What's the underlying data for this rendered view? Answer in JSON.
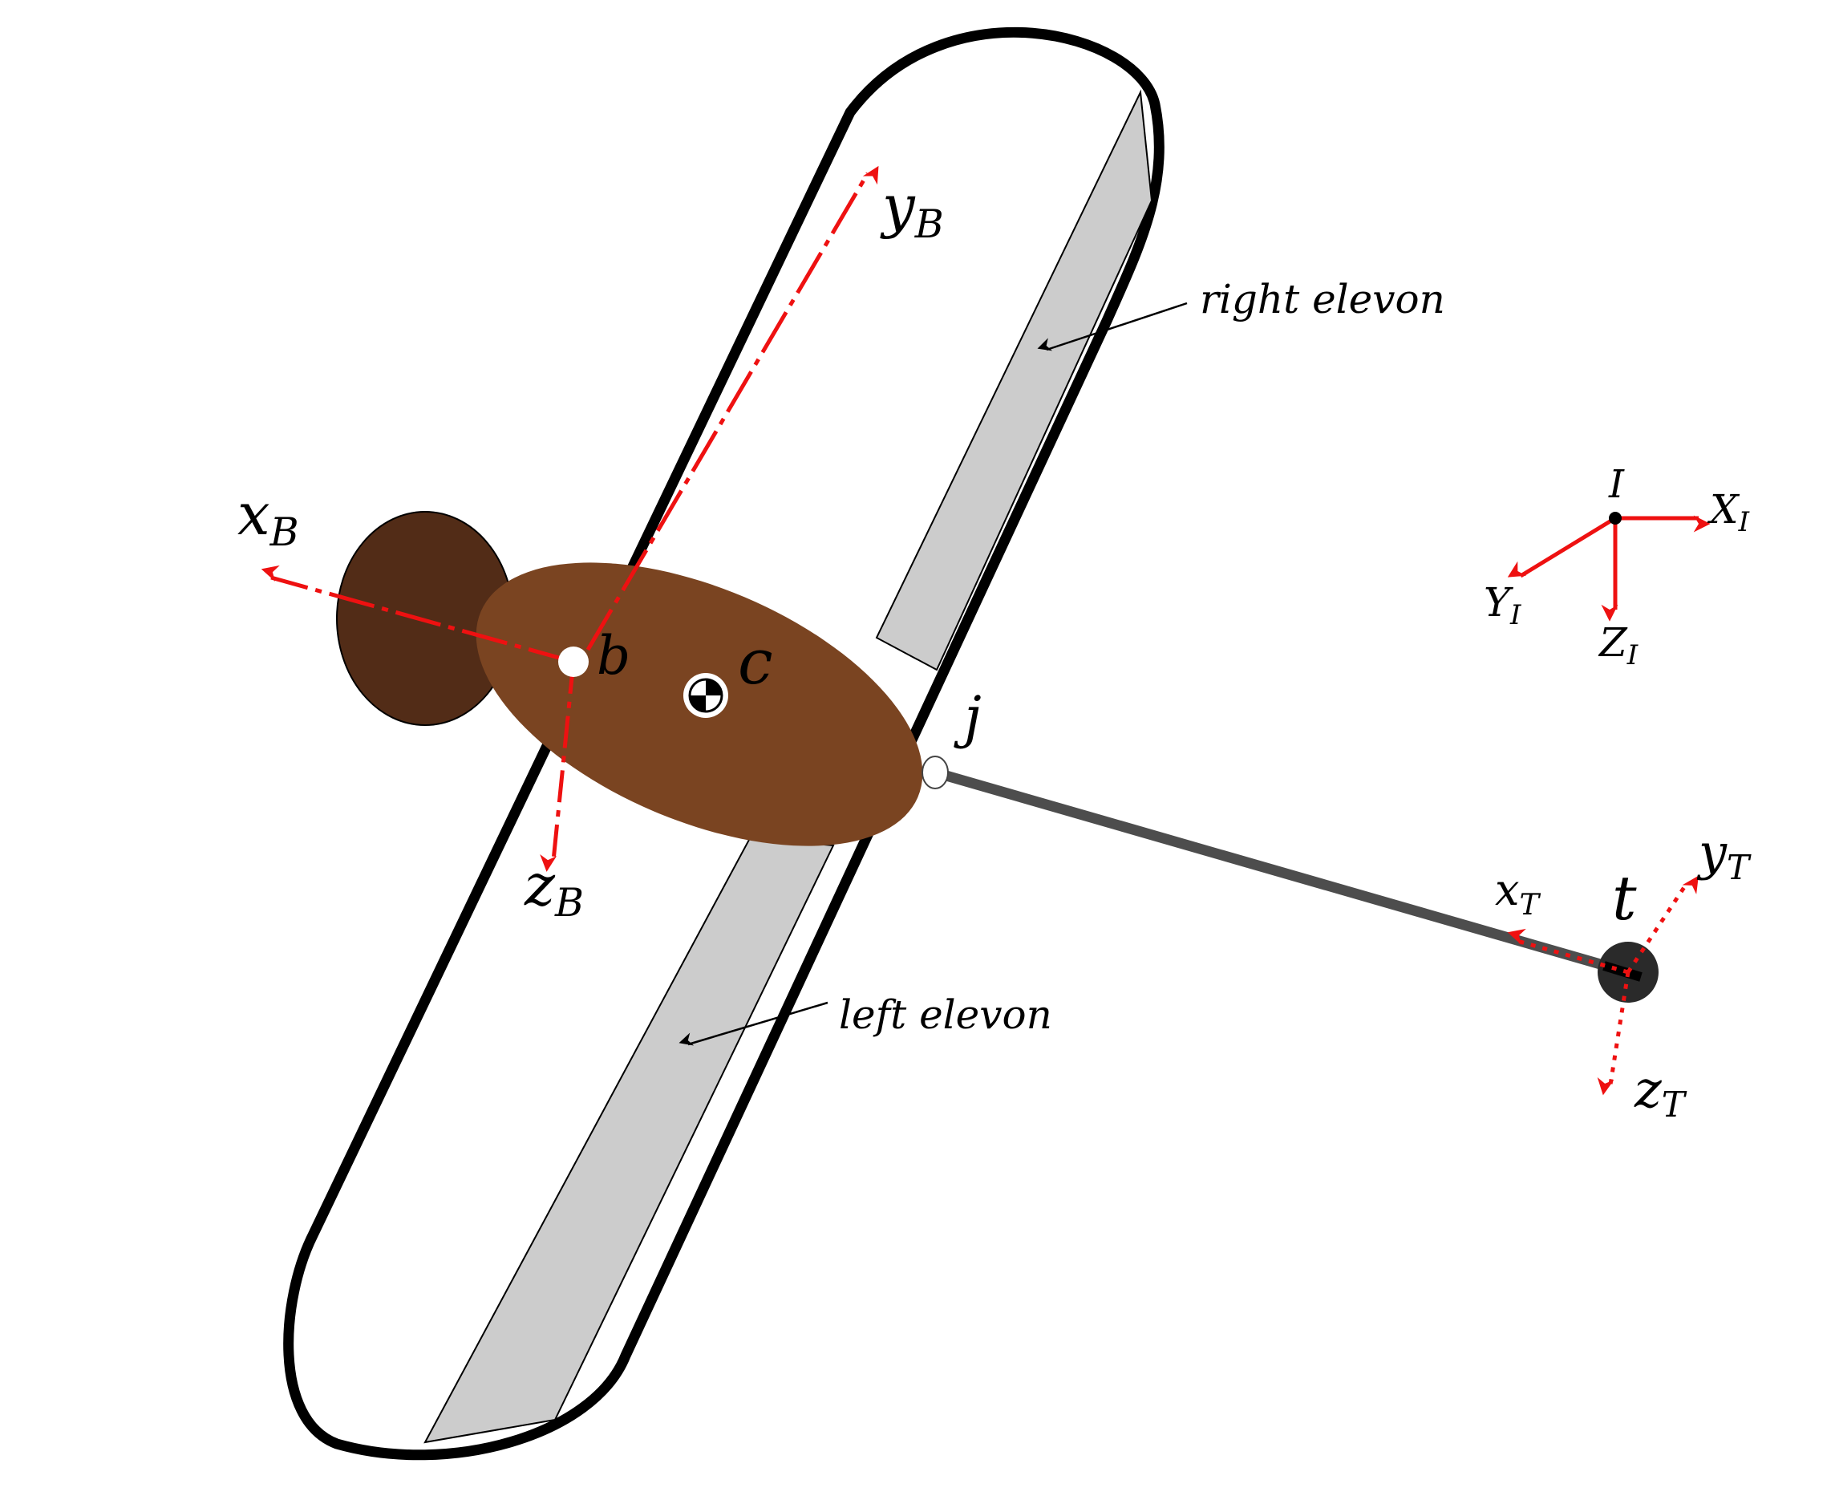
{
  "labels": {
    "body_origin": "b",
    "center_of_mass": "c",
    "joint": "j",
    "tether_end": "t",
    "right_elevon": "right elevon",
    "left_elevon": "left elevon"
  },
  "axes": {
    "xB": {
      "base": "x",
      "sub": "B"
    },
    "yB": {
      "base": "y",
      "sub": "B"
    },
    "zB": {
      "base": "z",
      "sub": "B"
    },
    "xT": {
      "base": "x",
      "sub": "T"
    },
    "yT": {
      "base": "y",
      "sub": "T"
    },
    "zT": {
      "base": "z",
      "sub": "T"
    },
    "inertial_origin": "I",
    "XI": {
      "base": "X",
      "sub": "I"
    },
    "YI": {
      "base": "Y",
      "sub": "I"
    },
    "ZI": {
      "base": "Z",
      "sub": "I"
    }
  },
  "colors": {
    "axis": "#ee1111",
    "fuselage": "#7a4421",
    "nose": "#522c17",
    "elevon": "#cccccc",
    "tether": "#4d4d4d",
    "tether_ball": "#2a2a2a"
  }
}
